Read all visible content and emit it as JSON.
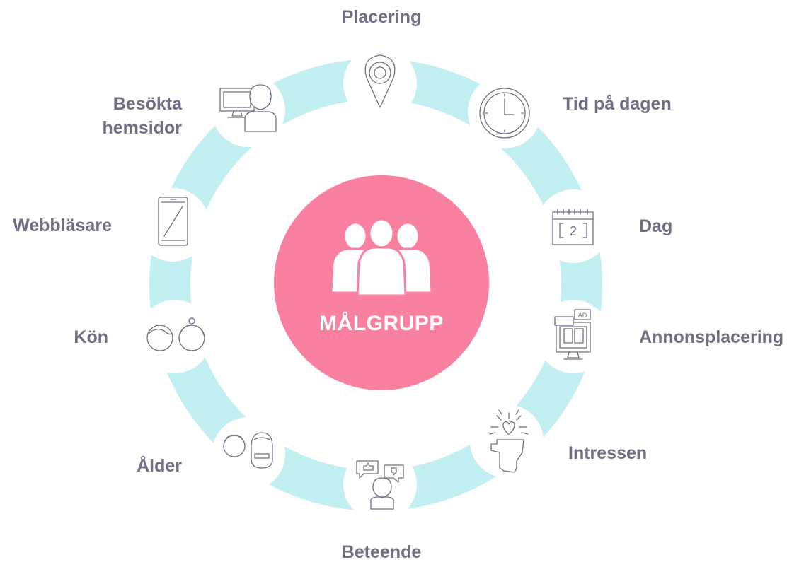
{
  "center": {
    "title": "MÅLGRUPP",
    "icon": "group-people-icon"
  },
  "colors": {
    "ring": "#c2eff1",
    "center": "#f9809f",
    "text": "#6e6e85",
    "icon_stroke": "#6e6e85"
  },
  "segments": [
    {
      "id": "placering",
      "label": "Placering",
      "icon": "location-pin-icon"
    },
    {
      "id": "tid",
      "label": "Tid på dagen",
      "icon": "clock-icon"
    },
    {
      "id": "dag",
      "label": "Dag",
      "icon": "calendar-icon"
    },
    {
      "id": "annons",
      "label": "Annonsplacering",
      "icon": "ad-screen-icon"
    },
    {
      "id": "intressen",
      "label": "Intressen",
      "icon": "heart-head-icon"
    },
    {
      "id": "beteende",
      "label": "Beteende",
      "icon": "thumbs-feedback-icon"
    },
    {
      "id": "alder",
      "label": "Ålder",
      "icon": "old-young-faces-icon"
    },
    {
      "id": "kon",
      "label": "Kön",
      "icon": "gender-faces-icon"
    },
    {
      "id": "webblasare",
      "label": "Webbläsare",
      "icon": "smartphone-icon"
    },
    {
      "id": "besokta",
      "label_line1": "Besökta",
      "label_line2": "hemsidor",
      "icon": "computer-user-icon"
    }
  ]
}
